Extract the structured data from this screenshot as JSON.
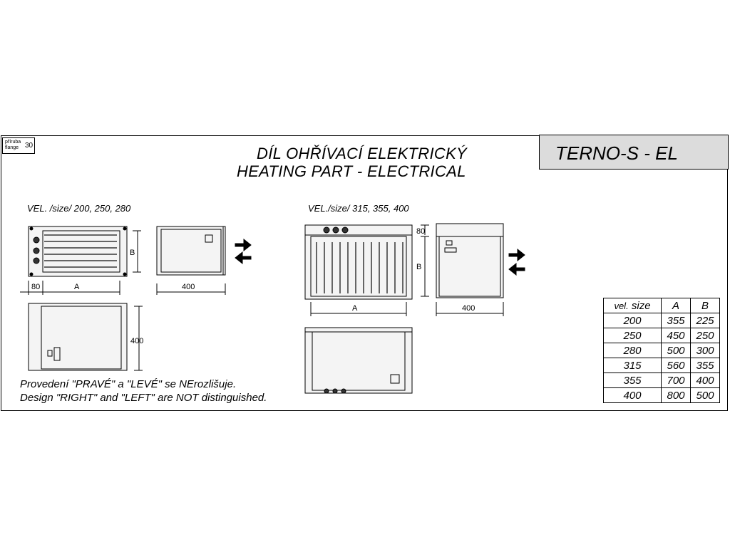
{
  "flange": {
    "label": "příruba flange",
    "value": "30"
  },
  "title": {
    "line1": "DÍL OHŘÍVACÍ  ELEKTRICKÝ",
    "line2": "HEATING PART - ELECTRICAL"
  },
  "product": {
    "name": "TERNO-S - EL"
  },
  "left_group": {
    "label": "VEL. /size/ 200, 250, 280"
  },
  "right_group": {
    "label": "VEL./size/ 315, 355, 400"
  },
  "dimensions": {
    "left_flange": "80",
    "left_a": "A",
    "left_b": "B",
    "left_depth": "400",
    "left_front_400": "400",
    "right_flange": "80",
    "right_a": "A",
    "right_b": "B",
    "right_depth": "400"
  },
  "notes": {
    "cz": "Provedení \"PRAVÉ\" a \"LEVÉ\" se NErozlišuje.",
    "en": "Design \"RIGHT\" and \"LEFT\" are NOT distinguished."
  },
  "table": {
    "headers": [
      "vel.",
      "size",
      "A",
      "B"
    ],
    "rows": [
      [
        "200",
        "355",
        "225"
      ],
      [
        "250",
        "450",
        "250"
      ],
      [
        "280",
        "500",
        "300"
      ],
      [
        "315",
        "560",
        "355"
      ],
      [
        "355",
        "700",
        "400"
      ],
      [
        "400",
        "800",
        "500"
      ]
    ]
  },
  "colors": {
    "product_box": "#dcdcdc",
    "line": "#000000"
  }
}
